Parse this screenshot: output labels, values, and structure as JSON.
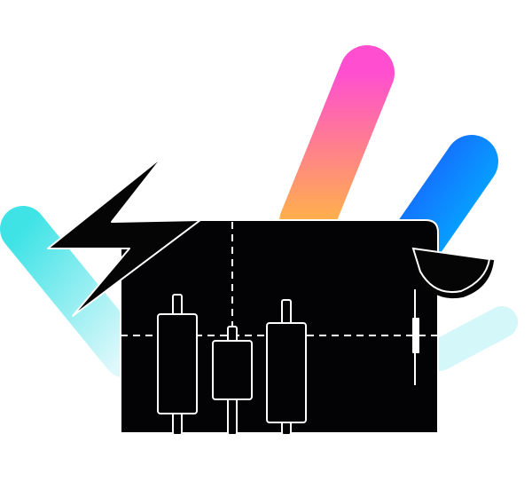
{
  "illustration": {
    "name": "trading-candlestick-illustration",
    "colors": {
      "panel": "#030305",
      "outline": "#ffffff",
      "cyan_stroke_start": "#3fe3e6",
      "cyan_stroke_end": "#dff8fb",
      "magenta": "#ff4fd0",
      "orange": "#ffb14a",
      "blue_start": "#1a5cff",
      "blue_end": "#00b6ff",
      "light_cyan": "#d4f7fa",
      "bolt": "#050505",
      "bowl": "#050505"
    },
    "icons": [
      "lightning-bolt-icon",
      "candlestick-chart-icon",
      "bowl-icon"
    ],
    "candles": [
      {
        "name": "candle-1"
      },
      {
        "name": "candle-2"
      },
      {
        "name": "candle-3"
      },
      {
        "name": "candle-4"
      }
    ]
  }
}
